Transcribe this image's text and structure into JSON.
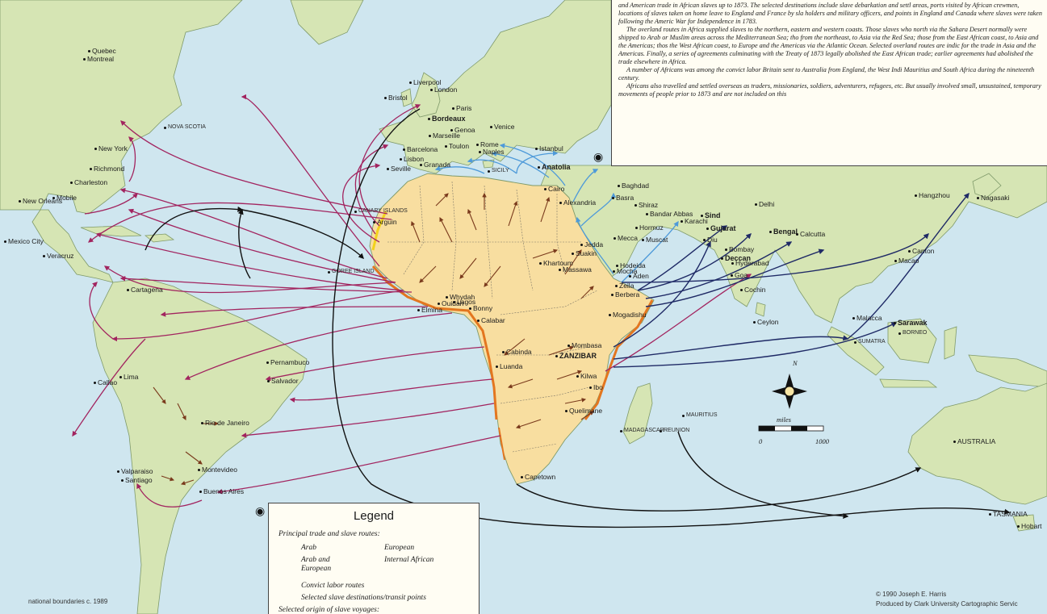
{
  "map": {
    "textbox": {
      "paragraphs": [
        "and American trade in African slaves up to 1873. The selected destinations include slave debarkation and settl areas, ports visited by African crewmen, locations of slaves taken on home leave to England and France by sla holders and military officers, and points in England and Canada where slaves were taken following the Americ War for Independence in 1783.",
        "The overland routes in Africa supplied slaves to the northern, eastern and western coasts. Those slaves who north via the Sahara Desert normally were shipped to Arab or Muslim areas across the Mediterranean Sea; tho from the northeast, to Asia via the Red Sea; those from the East African coast, to Asia and the Americas; thos the West African coast, to Europe and the Americas via the Atlantic Ocean. Selected overland routes are indic for the trade in Asia and the Americas. Finally, a series of agreements culminating with the Treaty of 1873 legally abolished the East African trade; earlier agreements had abolished the trade elsewhere in Africa.",
        "A number of Africans was among the convict labor Britain sent to Australia from England, the West Indi Mauritius and South Africa during the nineteenth century.",
        "Africans also travelled and settled overseas as traders, missionaries, soldiers, adventurers, refugees, etc. But usually involved small, unsustained, temporary movements of people prior to 1873 and are not included on this"
      ]
    },
    "legend": {
      "title": "Legend",
      "subtitle": "Principal trade and slave routes:",
      "arab": "Arab",
      "european": "European",
      "arab_european": "Arab and European",
      "internal": "Internal African",
      "convict": "Convict labor routes",
      "destinations": "Selected slave destinations/transit points",
      "origin": "Selected origin of slave voyages:"
    },
    "scale": {
      "label": "miles",
      "zero": "0",
      "max": "1000"
    },
    "compass": "N",
    "credits": {
      "boundaries": "national boundaries c. 1989",
      "copyright": "© 1990 Joseph E. Harris",
      "producer": "Produced by Clark University Cartographic Servic"
    },
    "colors": {
      "ocean": "#cfe6ef",
      "land": "#d6e5b4",
      "africa": "#f8dea0",
      "arab": "#4e9ad9",
      "european": "#a2245f",
      "arab_european": "#1f2a66",
      "internal": "#7a3a1c",
      "convict": "#111111"
    },
    "places": [
      {
        "name": "Quebec",
        "cls": ""
      },
      {
        "name": "Montreal",
        "cls": ""
      },
      {
        "name": "NOVA SCOTIA",
        "cls": "region"
      },
      {
        "name": "New York",
        "cls": ""
      },
      {
        "name": "Richmond",
        "cls": ""
      },
      {
        "name": "Charleston",
        "cls": ""
      },
      {
        "name": "Mobile",
        "cls": ""
      },
      {
        "name": "New Orleans",
        "cls": ""
      },
      {
        "name": "Mexico City",
        "cls": ""
      },
      {
        "name": "Veracruz",
        "cls": ""
      },
      {
        "name": "Cartagena",
        "cls": ""
      },
      {
        "name": "Lima",
        "cls": ""
      },
      {
        "name": "Callao",
        "cls": ""
      },
      {
        "name": "Pernambuco",
        "cls": ""
      },
      {
        "name": "Salvador",
        "cls": ""
      },
      {
        "name": "Rio de Janeiro",
        "cls": ""
      },
      {
        "name": "Montevideo",
        "cls": ""
      },
      {
        "name": "Valparaiso",
        "cls": ""
      },
      {
        "name": "Santiago",
        "cls": ""
      },
      {
        "name": "Buenos Aires",
        "cls": ""
      },
      {
        "name": "Liverpool",
        "cls": ""
      },
      {
        "name": "London",
        "cls": ""
      },
      {
        "name": "Bristol",
        "cls": ""
      },
      {
        "name": "Paris",
        "cls": ""
      },
      {
        "name": "Bordeaux",
        "cls": "bold"
      },
      {
        "name": "Marseille",
        "cls": ""
      },
      {
        "name": "Genoa",
        "cls": ""
      },
      {
        "name": "Venice",
        "cls": ""
      },
      {
        "name": "Toulon",
        "cls": ""
      },
      {
        "name": "Barcelona",
        "cls": ""
      },
      {
        "name": "Lisbon",
        "cls": ""
      },
      {
        "name": "Seville",
        "cls": ""
      },
      {
        "name": "Granada",
        "cls": ""
      },
      {
        "name": "Rome",
        "cls": ""
      },
      {
        "name": "Naples",
        "cls": ""
      },
      {
        "name": "SICILY",
        "cls": "region"
      },
      {
        "name": "Istanbul",
        "cls": ""
      },
      {
        "name": "Anatolia",
        "cls": "bold"
      },
      {
        "name": "Baghdad",
        "cls": ""
      },
      {
        "name": "Basra",
        "cls": ""
      },
      {
        "name": "Shiraz",
        "cls": ""
      },
      {
        "name": "Bandar Abbas",
        "cls": ""
      },
      {
        "name": "Hormuz",
        "cls": ""
      },
      {
        "name": "Muscat",
        "cls": ""
      },
      {
        "name": "Karachi",
        "cls": ""
      },
      {
        "name": "Sind",
        "cls": "bold"
      },
      {
        "name": "Gujarat",
        "cls": "bold"
      },
      {
        "name": "Delhi",
        "cls": ""
      },
      {
        "name": "Diu",
        "cls": ""
      },
      {
        "name": "Bengal",
        "cls": "bold"
      },
      {
        "name": "Calcutta",
        "cls": ""
      },
      {
        "name": "Bombay",
        "cls": ""
      },
      {
        "name": "Deccan",
        "cls": "bold"
      },
      {
        "name": "Hyderabad",
        "cls": ""
      },
      {
        "name": "Goa",
        "cls": ""
      },
      {
        "name": "Cochin",
        "cls": ""
      },
      {
        "name": "Ceylon",
        "cls": ""
      },
      {
        "name": "Hangzhou",
        "cls": ""
      },
      {
        "name": "Nagasaki",
        "cls": ""
      },
      {
        "name": "Canton",
        "cls": ""
      },
      {
        "name": "Macao",
        "cls": ""
      },
      {
        "name": "Malacca",
        "cls": ""
      },
      {
        "name": "Sarawak",
        "cls": "bold"
      },
      {
        "name": "BORNEO",
        "cls": "region"
      },
      {
        "name": "SUMATRA",
        "cls": "region"
      },
      {
        "name": "AUSTRALIA",
        "cls": ""
      },
      {
        "name": "TASMANIA",
        "cls": ""
      },
      {
        "name": "Hobart",
        "cls": ""
      },
      {
        "name": "CANARY ISLANDS",
        "cls": "region"
      },
      {
        "name": "Arguin",
        "cls": ""
      },
      {
        "name": "GOREE ISLAND",
        "cls": "region"
      },
      {
        "name": "Cairo",
        "cls": ""
      },
      {
        "name": "Alexandria",
        "cls": ""
      },
      {
        "name": "Mecca",
        "cls": ""
      },
      {
        "name": "Jedda",
        "cls": ""
      },
      {
        "name": "Suakin",
        "cls": ""
      },
      {
        "name": "Khartoum",
        "cls": ""
      },
      {
        "name": "Massawa",
        "cls": ""
      },
      {
        "name": "Hodeida",
        "cls": ""
      },
      {
        "name": "Mocha",
        "cls": ""
      },
      {
        "name": "Aden",
        "cls": ""
      },
      {
        "name": "Zeila",
        "cls": ""
      },
      {
        "name": "Berbera",
        "cls": ""
      },
      {
        "name": "Mogadishu",
        "cls": ""
      },
      {
        "name": "Whydah",
        "cls": ""
      },
      {
        "name": "Ouidah",
        "cls": ""
      },
      {
        "name": "Elmina",
        "cls": ""
      },
      {
        "name": "Lagos",
        "cls": ""
      },
      {
        "name": "Bonny",
        "cls": ""
      },
      {
        "name": "Calabar",
        "cls": ""
      },
      {
        "name": "Cabinda",
        "cls": ""
      },
      {
        "name": "Luanda",
        "cls": ""
      },
      {
        "name": "Mombasa",
        "cls": ""
      },
      {
        "name": "ZANZIBAR",
        "cls": "bold"
      },
      {
        "name": "Kilwa",
        "cls": ""
      },
      {
        "name": "Ibo",
        "cls": ""
      },
      {
        "name": "Quelimane",
        "cls": ""
      },
      {
        "name": "MADAGASCAR",
        "cls": "region"
      },
      {
        "name": "MAURITIUS",
        "cls": "region"
      },
      {
        "name": "REUNION",
        "cls": "region"
      },
      {
        "name": "Capetown",
        "cls": ""
      }
    ]
  }
}
